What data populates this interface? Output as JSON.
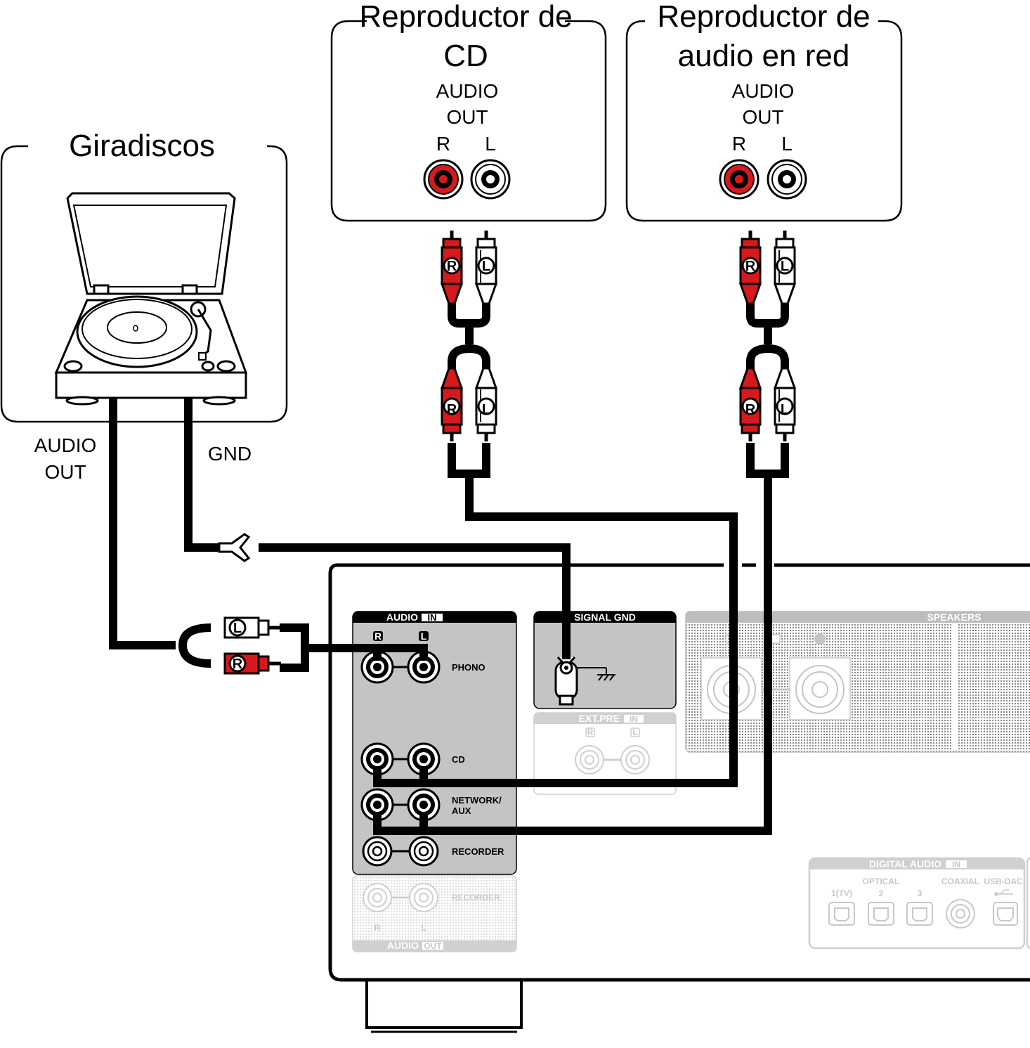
{
  "devices": {
    "turntable": {
      "title": "Giradiscos",
      "audio_out_line1": "AUDIO",
      "audio_out_line2": "OUT",
      "gnd": "GND"
    },
    "cd_player": {
      "title_line1": "Reproductor de",
      "title_line2": "CD",
      "out_line1": "AUDIO",
      "out_line2": "OUT",
      "r": "R",
      "l": "L"
    },
    "network_player": {
      "title_line1": "Reproductor de",
      "title_line2": "audio en red",
      "out_line1": "AUDIO",
      "out_line2": "OUT",
      "r": "R",
      "l": "L"
    }
  },
  "plugs": {
    "r": "R",
    "l": "L"
  },
  "amplifier": {
    "audio_in": {
      "label": "AUDIO",
      "badge": "IN",
      "r": "R",
      "l": "L",
      "phono": "PHONO",
      "cd": "CD",
      "network_line1": "NETWORK/",
      "network_line2": "AUX",
      "recorder": "RECORDER"
    },
    "audio_out": {
      "recorder": "RECORDER",
      "r": "R",
      "l": "L",
      "label": "AUDIO",
      "badge": "OUT"
    },
    "signal_gnd": "SIGNAL GND",
    "ext_pre": {
      "label": "EXT.PRE",
      "badge": "IN",
      "r": "R",
      "l": "L"
    },
    "speakers": "SPEAKERS",
    "digital_audio": {
      "label": "DIGITAL AUDIO",
      "badge": "IN",
      "optical": "OPTICAL",
      "coaxial": "COAXIAL",
      "usb_dac": "USB-DAC",
      "port1": "1(TV)",
      "port2": "2",
      "port3": "3"
    }
  },
  "colors": {
    "red": "#d7191c",
    "panel_gray": "#c4c4c4",
    "faint_gray": "#d0d0d0",
    "black": "#000000"
  }
}
